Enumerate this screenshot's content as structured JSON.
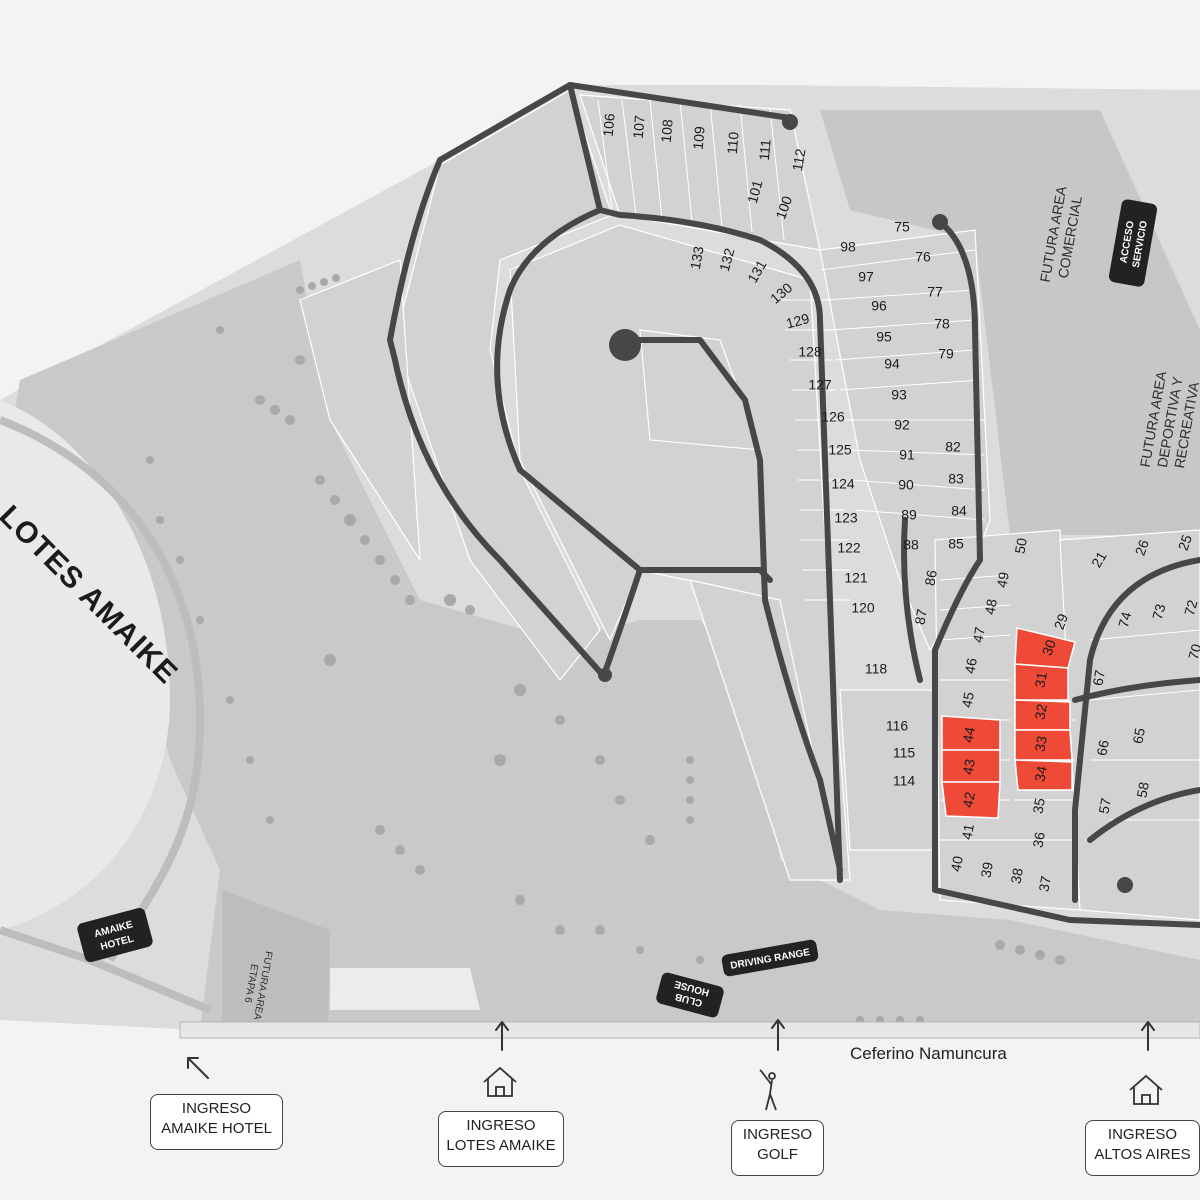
{
  "map": {
    "area_label": "LOTES AMAIKE",
    "street": "Ceferino Namuncura",
    "colors": {
      "selected": "#ee4a37",
      "road": "#4a4a4a",
      "lot": "#d4d4d4",
      "green": "#c2c2c2",
      "background": "#f3f3f3"
    },
    "badges": {
      "amaike_hotel": [
        "AMAIKE",
        "HOTEL"
      ],
      "club_house": [
        "CLUB",
        "HOUSE"
      ],
      "driving_range": "DRIVING RANGE",
      "acceso_servicio": [
        "ACCESO",
        "SERVICIO"
      ]
    },
    "zones": {
      "comercial": [
        "FUTURA AREA",
        "COMERCIAL"
      ],
      "deportiva": [
        "FUTURA AREA",
        "DEPORTIVA Y",
        "RECREATIVA"
      ],
      "futura_etapa": [
        "FUTURA AREA",
        "ETAPA 6"
      ]
    },
    "lots": {
      "top": [
        "106",
        "107",
        "108",
        "109",
        "110",
        "111",
        "112",
        "101",
        "100"
      ],
      "inner_ring": [
        "133",
        "132",
        "131",
        "130",
        "129",
        "128",
        "127",
        "126",
        "125",
        "124",
        "123",
        "122",
        "121",
        "120",
        "118",
        "116",
        "115",
        "114"
      ],
      "east_column": [
        "98",
        "97",
        "96",
        "95",
        "94",
        "93",
        "92",
        "91",
        "90",
        "89",
        "88",
        "87",
        "86",
        "75",
        "76",
        "77",
        "78",
        "79",
        "82",
        "83",
        "84",
        "85"
      ],
      "south_block": [
        "50",
        "49",
        "48",
        "47",
        "46",
        "45",
        "44",
        "43",
        "42",
        "41",
        "40",
        "39",
        "38",
        "37",
        "36",
        "35",
        "34",
        "33",
        "32",
        "31",
        "30",
        "29"
      ],
      "altos": [
        "21",
        "26",
        "25",
        "74",
        "73",
        "72",
        "70",
        "67",
        "66",
        "65",
        "57",
        "58"
      ],
      "selected": [
        "30",
        "31",
        "32",
        "33",
        "34",
        "42",
        "43",
        "44"
      ]
    }
  },
  "entries": [
    {
      "id": "hotel",
      "line1": "INGRESO",
      "line2": "AMAIKE HOTEL",
      "icon": "arrow-icon"
    },
    {
      "id": "lotes",
      "line1": "INGRESO",
      "line2": "LOTES AMAIKE",
      "icon": "house-icon"
    },
    {
      "id": "golf",
      "line1": "INGRESO",
      "line2": "GOLF",
      "icon": "golfer-icon"
    },
    {
      "id": "altos",
      "line1": "INGRESO",
      "line2": "ALTOS AIRES",
      "icon": "house-icon"
    }
  ]
}
